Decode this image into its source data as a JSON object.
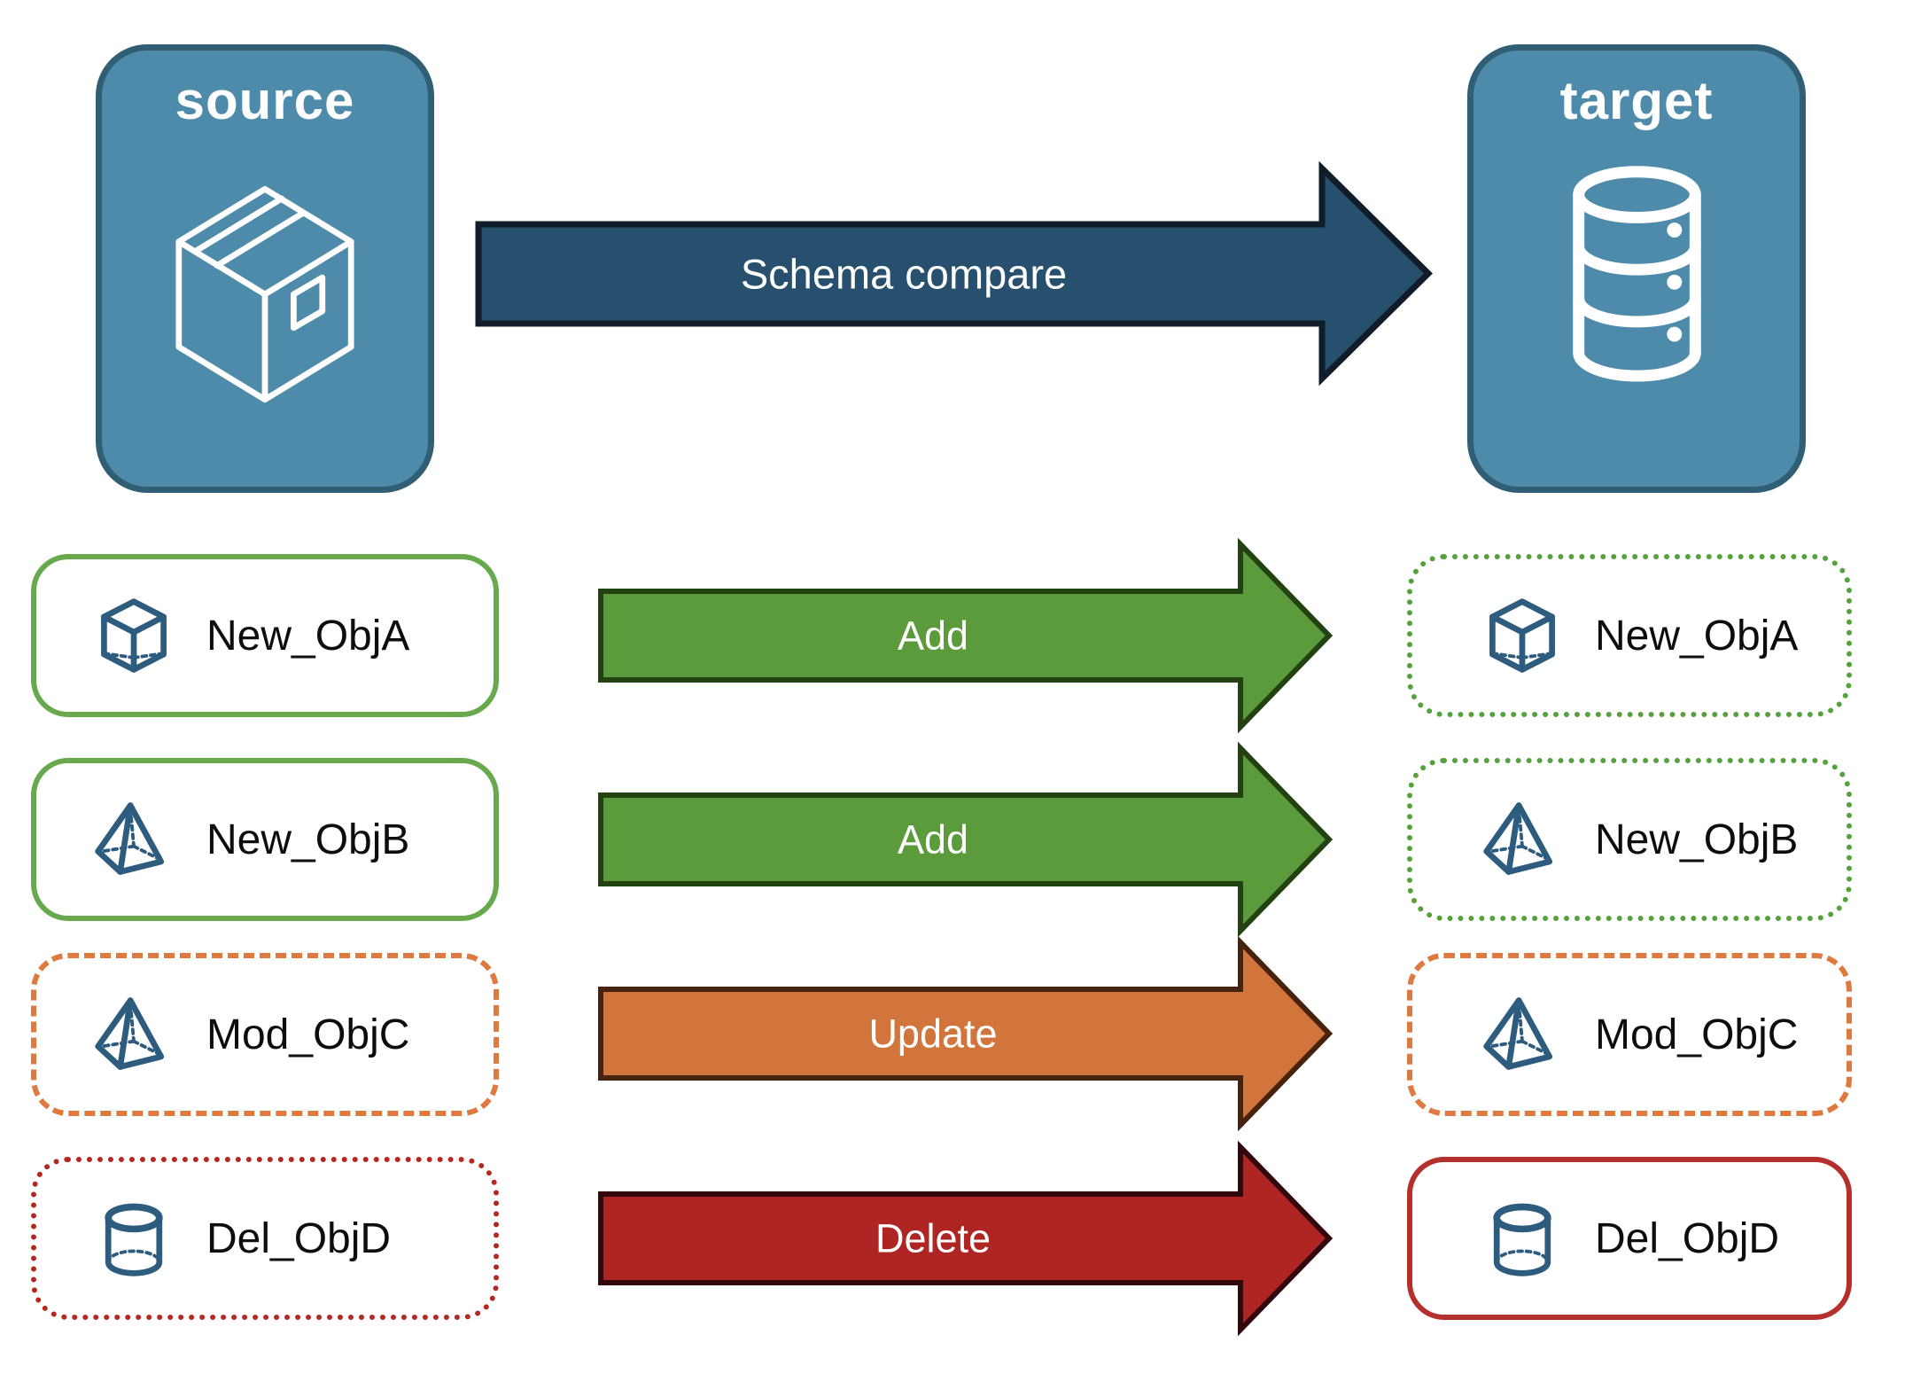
{
  "colors": {
    "endpoint_fill": "#4e8bab",
    "endpoint_border": "#2f5e75",
    "icon_blue": "#2d5c7e",
    "label_text": "#0d0d0d",
    "arrow_label_text": "#ffffff"
  },
  "endpoints": {
    "source": {
      "label": "source",
      "icon": "package-icon",
      "fill": "#4e8bab",
      "border_color": "#2f5e75"
    },
    "target": {
      "label": "target",
      "icon": "database-icon",
      "fill": "#4e8bab",
      "border_color": "#2f5e75"
    }
  },
  "main_arrow": {
    "label": "Schema compare",
    "fill": "#27506e",
    "stroke": "#101c28"
  },
  "rows": [
    {
      "source_label": "New_ObjA",
      "target_label": "New_ObjA",
      "icon": "cube-icon",
      "action": "Add",
      "arrow_fill": "#5c9b3c",
      "arrow_stroke": "#234212",
      "source_border_color": "#68a94e",
      "source_border_style": "solid",
      "target_border_color": "#55a13c",
      "target_border_style": "dotted"
    },
    {
      "source_label": "New_ObjB",
      "target_label": "New_ObjB",
      "icon": "pyramid-icon",
      "action": "Add",
      "arrow_fill": "#5c9b3c",
      "arrow_stroke": "#234212",
      "source_border_color": "#68a94e",
      "source_border_style": "solid",
      "target_border_color": "#55a13c",
      "target_border_style": "dotted"
    },
    {
      "source_label": "Mod_ObjC",
      "target_label": "Mod_ObjC",
      "icon": "pyramid-icon",
      "action": "Update",
      "arrow_fill": "#d2753d",
      "arrow_stroke": "#47230d",
      "source_border_color": "#de7a40",
      "source_border_style": "dashed",
      "target_border_color": "#de7a40",
      "target_border_style": "dashed"
    },
    {
      "source_label": "Del_ObjD",
      "target_label": "Del_ObjD",
      "icon": "cylinder-icon",
      "action": "Delete",
      "arrow_fill": "#ae2524",
      "arrow_stroke": "#33080c",
      "source_border_color": "#b6271f",
      "source_border_style": "dotted",
      "target_border_color": "#b5302c",
      "target_border_style": "solid"
    }
  ]
}
